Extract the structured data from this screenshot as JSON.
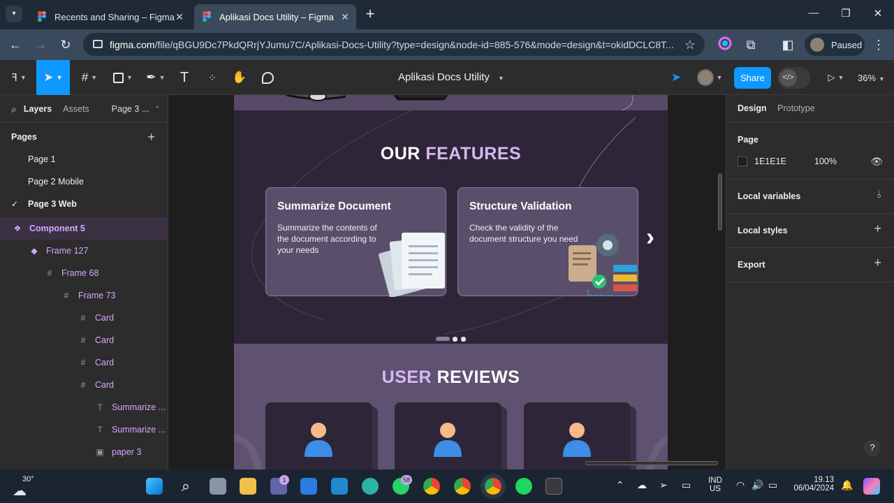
{
  "browser": {
    "tabs": [
      {
        "title": "Recents and Sharing – Figma"
      },
      {
        "title": "Aplikasi Docs Utility – Figma"
      }
    ],
    "url_host": "figma.com",
    "url_rest": "/file/qBGU9Dc7PkdQRrjYJumu7C/Aplikasi-Docs-Utility?type=design&node-id=885-576&mode=design&t=okidDCLC8T...",
    "profile_status": "Paused"
  },
  "toolbar": {
    "file_title": "Aplikasi Docs Utility",
    "share_label": "Share",
    "dev_mode_label": "</>",
    "zoom": "36%"
  },
  "left_panel": {
    "tabs": {
      "layers": "Layers",
      "assets": "Assets",
      "page_switcher": "Page 3 ..."
    },
    "pages_header": "Pages",
    "pages": [
      "Page 1",
      "Page 2 Mobile",
      "Page 3 Web"
    ],
    "layers": [
      {
        "name": "Component 5",
        "icon": "component-icon"
      },
      {
        "name": "Frame 127",
        "icon": "instance-icon"
      },
      {
        "name": "Frame 68",
        "icon": "frame-icon"
      },
      {
        "name": "Frame 73",
        "icon": "frame-icon"
      },
      {
        "name": "Card",
        "icon": "frame-icon"
      },
      {
        "name": "Card",
        "icon": "frame-icon"
      },
      {
        "name": "Card",
        "icon": "frame-icon"
      },
      {
        "name": "Card",
        "icon": "frame-icon"
      },
      {
        "name": "Summarize ...",
        "icon": "text-icon"
      },
      {
        "name": "Summarize ...",
        "icon": "text-icon"
      },
      {
        "name": "paper 3",
        "icon": "image-icon"
      }
    ]
  },
  "canvas": {
    "features_title_a": "OUR",
    "features_title_b": "FEATURES",
    "cards": [
      {
        "title": "Summarize Document",
        "body": "Summarize the contents of the document according to your needs"
      },
      {
        "title": "Structure Validation",
        "body": "Check the validity of the document structure you need"
      }
    ],
    "reviews_title_a": "USER",
    "reviews_title_b": "REVIEWS",
    "next_arrow": "›"
  },
  "right_panel": {
    "tabs": {
      "design": "Design",
      "prototype": "Prototype"
    },
    "page_label": "Page",
    "page_color": "1E1E1E",
    "page_opacity": "100%",
    "local_variables": "Local variables",
    "local_styles": "Local styles",
    "export": "Export",
    "help": "?"
  },
  "taskbar": {
    "weather_temp": "30°",
    "teams_badge": "1",
    "whatsapp_badge": "58",
    "lang_line1": "IND",
    "lang_line2": "US",
    "time": "19.13",
    "date": "06/04/2024"
  },
  "colors": {
    "figma_blue": "#0d99ff",
    "accent_purple": "#d6b8f2",
    "canvas_bg": "#1e1e1e"
  }
}
